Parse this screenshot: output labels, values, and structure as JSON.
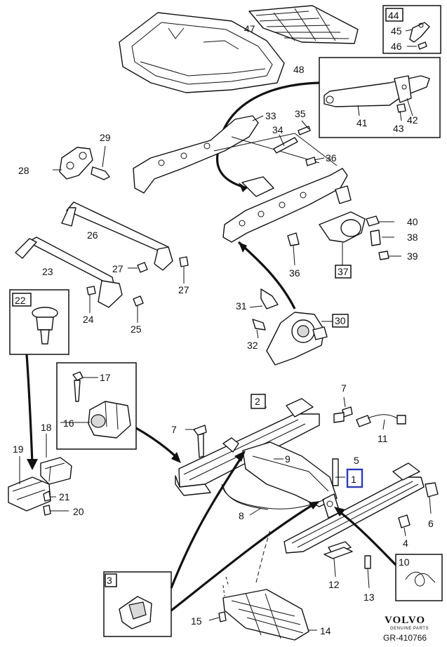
{
  "diagram": {
    "callouts": [
      "1",
      "2",
      "3",
      "4",
      "5",
      "6",
      "7",
      "7",
      "8",
      "9",
      "10",
      "11",
      "12",
      "13",
      "14",
      "15",
      "16",
      "17",
      "18",
      "19",
      "20",
      "21",
      "22",
      "23",
      "24",
      "25",
      "26",
      "27",
      "27",
      "28",
      "29",
      "30",
      "31",
      "32",
      "33",
      "34",
      "35",
      "36",
      "36",
      "37",
      "38",
      "39",
      "40",
      "41",
      "42",
      "43",
      "44",
      "45",
      "46",
      "47",
      "48"
    ],
    "highlighted_callout": "1",
    "brand": "VOLVO",
    "brand_sub": "GENUINE PARTS",
    "reference": "GR-410766"
  }
}
